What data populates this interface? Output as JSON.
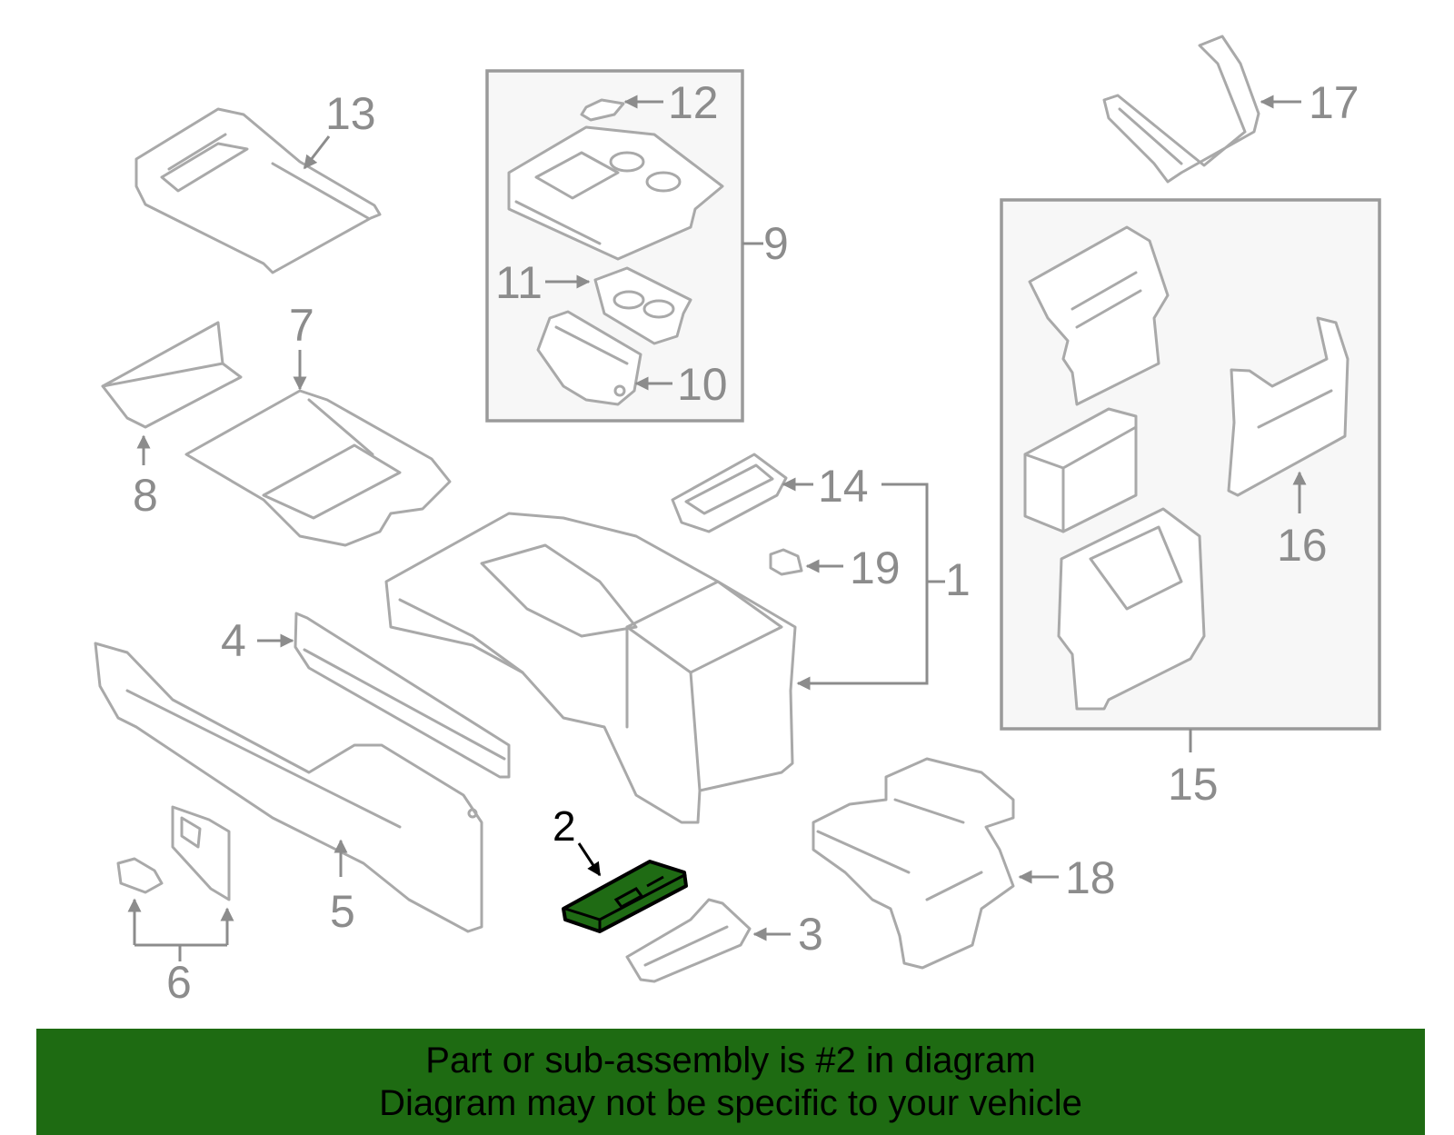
{
  "callouts": {
    "c1": "1",
    "c2": "2",
    "c3": "3",
    "c4": "4",
    "c5": "5",
    "c6": "6",
    "c7": "7",
    "c8": "8",
    "c9": "9",
    "c10": "10",
    "c11": "11",
    "c12": "12",
    "c13": "13",
    "c14": "14",
    "c15": "15",
    "c16": "16",
    "c17": "17",
    "c18": "18",
    "c19": "19"
  },
  "highlight": {
    "part": "2",
    "fill_color": "#1f6b14"
  },
  "banner": {
    "line1": "Part or sub-assembly is #2 in diagram",
    "line2": "Diagram may not be specific to your vehicle",
    "background": "#1e6b12"
  }
}
